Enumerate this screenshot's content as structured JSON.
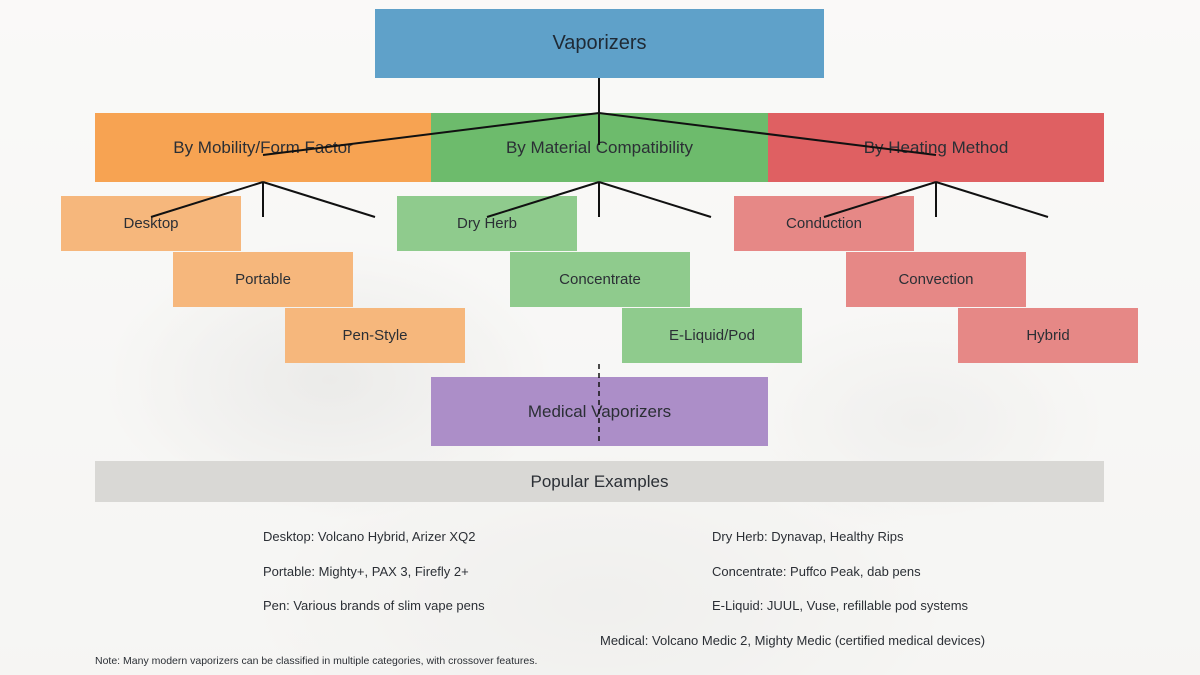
{
  "root": {
    "label": "Vaporizers"
  },
  "categories": [
    {
      "label": "By Mobility/Form Factor",
      "color": "#f7a352"
    },
    {
      "label": "By Material Compatibility",
      "color": "#6dbb6c"
    },
    {
      "label": "By Heating Method",
      "color": "#df6062"
    }
  ],
  "leaves": {
    "mobility": [
      "Desktop",
      "Portable",
      "Pen-Style"
    ],
    "material": [
      "Dry Herb",
      "Concentrate",
      "E-Liquid/Pod"
    ],
    "heating": [
      "Conduction",
      "Convection",
      "Hybrid"
    ]
  },
  "medical": {
    "label": "Medical Vaporizers",
    "color": "#ac8ec8"
  },
  "popular": {
    "title": "Popular Examples",
    "left": [
      "Desktop: Volcano Hybrid, Arizer XQ2",
      "Portable: Mighty+, PAX 3, Firefly 2+",
      "Pen: Various brands of slim vape pens"
    ],
    "right": [
      "Dry Herb: Dynavap, Healthy Rips",
      "Concentrate: Puffco Peak, dab pens",
      "E-Liquid: JUUL, Vuse, refillable pod systems"
    ],
    "medical": "Medical: Volcano Medic 2, Mighty Medic (certified medical devices)"
  },
  "note": "Note: Many modern vaporizers can be classified in multiple categories, with crossover features."
}
